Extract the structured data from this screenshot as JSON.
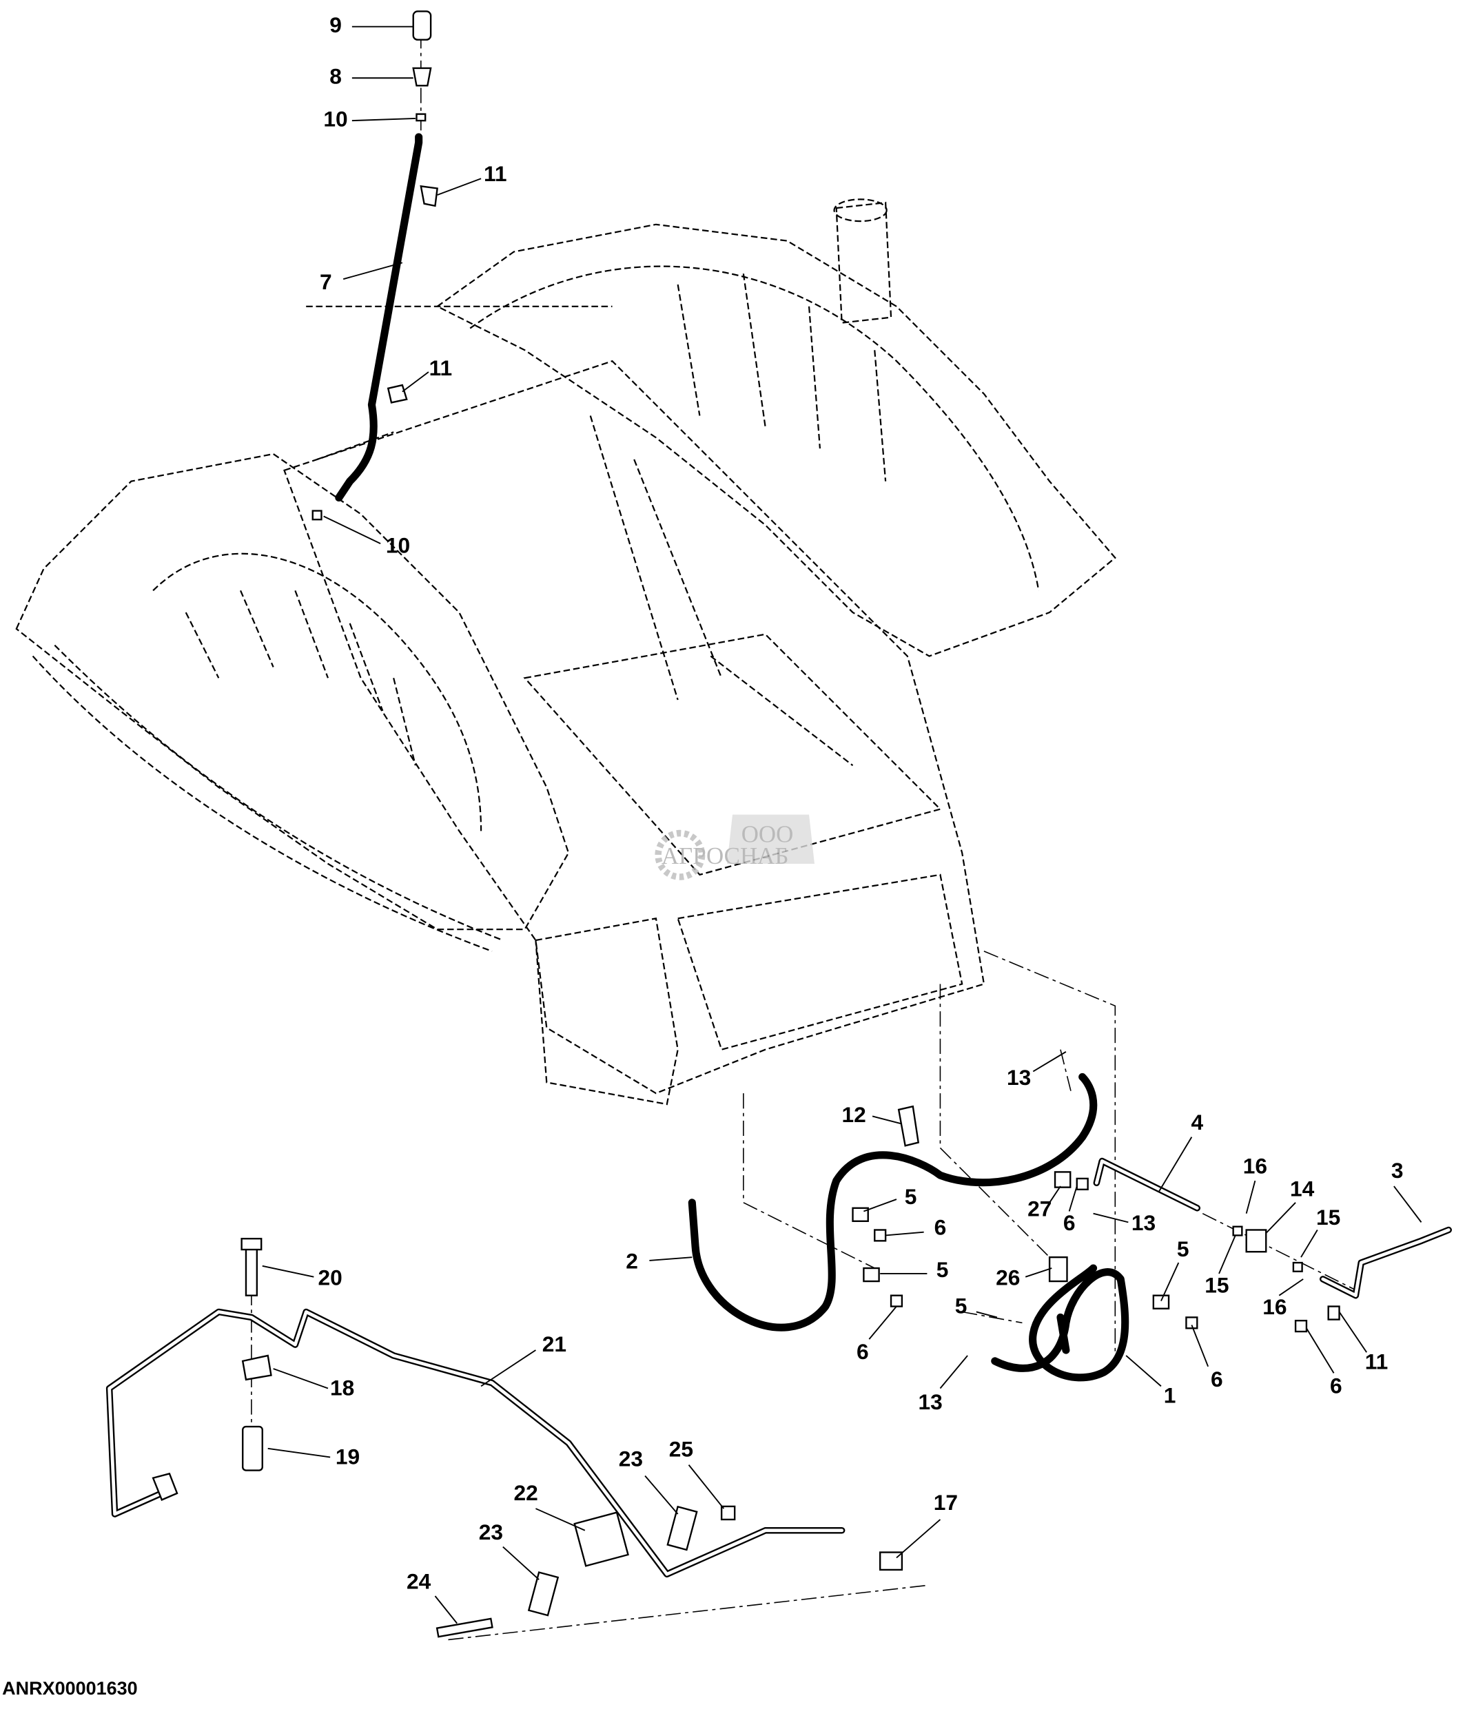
{
  "figure_code": "ANRX00001630",
  "watermark": {
    "prefix": "ООО",
    "name": "АГРОСНАБ"
  },
  "callouts": [
    "9",
    "8",
    "10",
    "11",
    "7",
    "11",
    "10",
    "13",
    "12",
    "4",
    "3",
    "16",
    "14",
    "15",
    "5",
    "27",
    "6",
    "13",
    "6",
    "2",
    "5",
    "5",
    "15",
    "26",
    "16",
    "5",
    "6",
    "6",
    "11",
    "6",
    "13",
    "1",
    "20",
    "21",
    "18",
    "19",
    "23",
    "25",
    "22",
    "17",
    "23",
    "24"
  ]
}
